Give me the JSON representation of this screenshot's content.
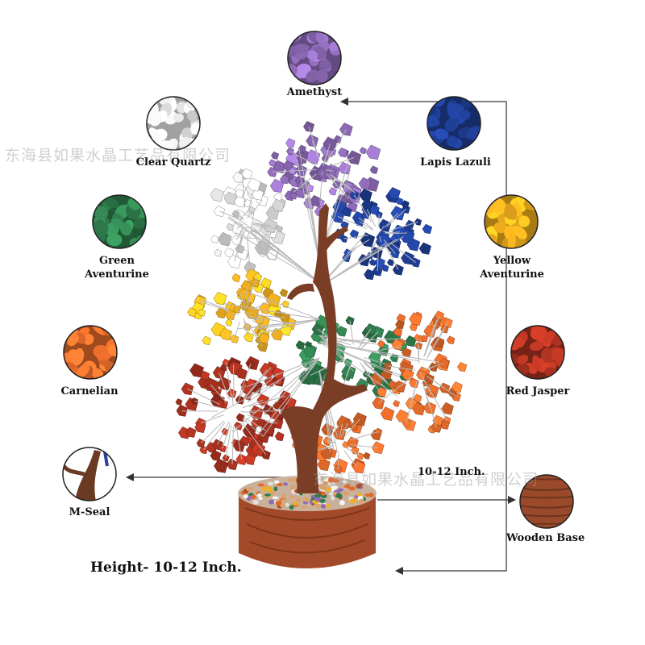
{
  "stones": [
    {
      "id": "amethyst",
      "lines": [
        "Amethyst"
      ],
      "color": "#8f6bb8"
    },
    {
      "id": "clear-quartz",
      "lines": [
        "Clear Quartz"
      ],
      "color": "#e6e6e6"
    },
    {
      "id": "lapis-lazuli",
      "lines": [
        "Lapis Lazuli"
      ],
      "color": "#1f3f96"
    },
    {
      "id": "green-aventurine",
      "lines": [
        "Green",
        "Aventurine"
      ],
      "color": "#2f7d4c"
    },
    {
      "id": "yellow-aventurine",
      "lines": [
        "Yellow",
        "Aventurine"
      ],
      "color": "#f2b01e"
    },
    {
      "id": "carnelian",
      "lines": [
        "Carnelian"
      ],
      "color": "#e2692a"
    },
    {
      "id": "red-jasper",
      "lines": [
        "Red Jasper"
      ],
      "color": "#a8311f"
    },
    {
      "id": "m-seal",
      "lines": [
        "M-Seal"
      ],
      "color": "#6b3a22"
    },
    {
      "id": "wooden-base",
      "lines": [
        "Wooden Base"
      ],
      "color": "#9a4a2b"
    }
  ],
  "height_label": "Height- 10-12 Inch.",
  "size_label": "10-12 Inch.",
  "watermark": "东海县如果水晶工艺品有限公司",
  "colors": {
    "trunk": "#7a3e27",
    "wire": "#b8b8b8",
    "line": "#333333"
  }
}
